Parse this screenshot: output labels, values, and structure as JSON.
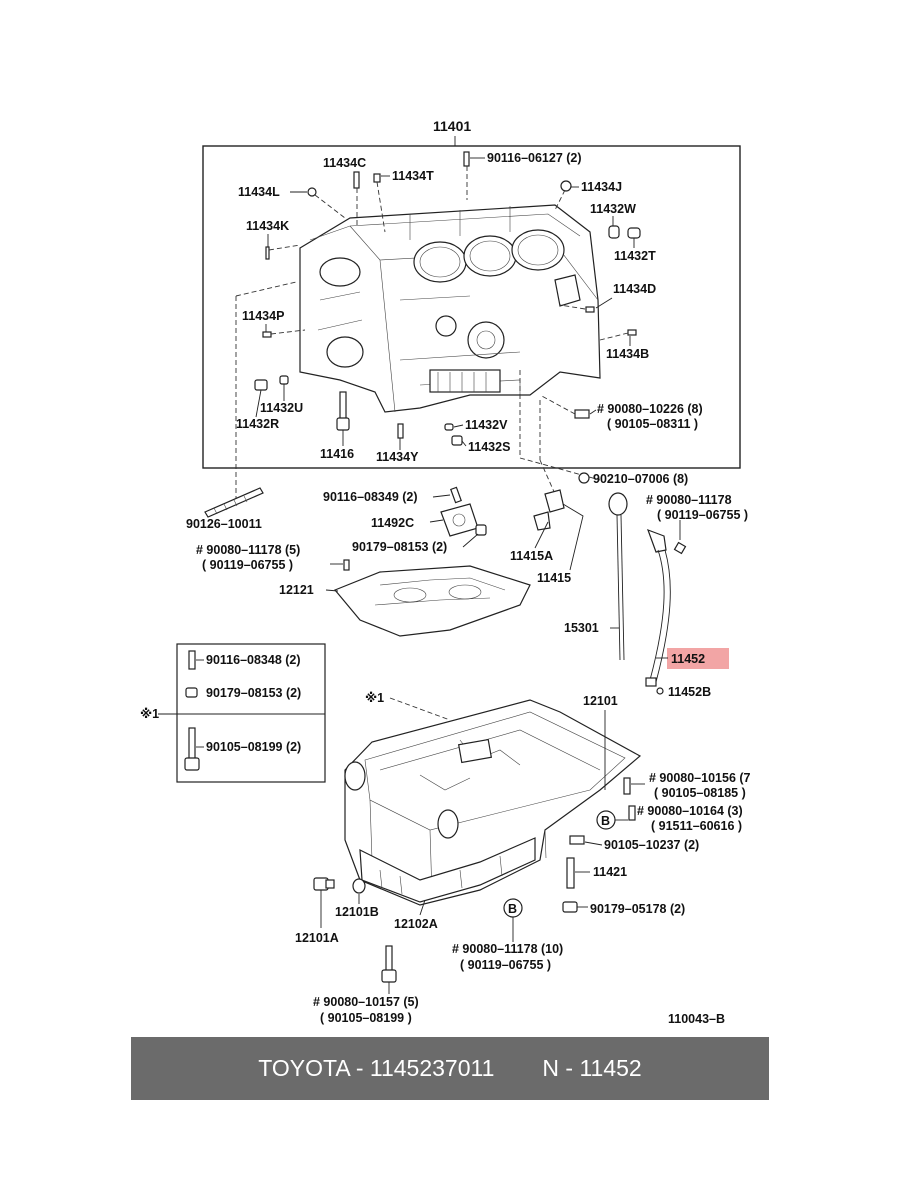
{
  "diagram": {
    "assembly_number": "11401",
    "figure_code": "110043–B",
    "highlight_color": "#f2a5a5",
    "labels": {
      "l11434C": "11434C",
      "l90116_06127": "90116–06127 (2)",
      "l11434T": "11434T",
      "l11434L": "11434L",
      "l11434J": "11434J",
      "l11432W": "11432W",
      "l11434K": "11434K",
      "l11432T": "11432T",
      "l11434D": "11434D",
      "l11434P": "11434P",
      "l11434B": "11434B",
      "l11432U": "11432U",
      "l11432R": "11432R",
      "l90080_10226": "# 90080–10226 (8)",
      "l90105_08311": "( 90105–08311 )",
      "l11432V": "11432V",
      "l11416": "11416",
      "l11434Y": "11434Y",
      "l11432S": "11432S",
      "l90210_07006": "90210–07006 (8)",
      "l90126_10011": "90126–10011",
      "l90116_08349": "90116–08349 (2)",
      "l90080_11178_top": "# 90080–11178",
      "l90119_06755_top": "( 90119–06755 )",
      "l11492C": "11492C",
      "l90179_08153_mid": "90179–08153 (2)",
      "l11415A": "11415A",
      "l90080_11178_5": "# 90080–11178 (5)",
      "l90119_06755_5": "( 90119–06755 )",
      "l11415": "11415",
      "l12121": "12121",
      "l15301": "15301",
      "l11452": "11452",
      "l11452B": "11452B",
      "l90116_08348": "90116–08348 (2)",
      "l90179_08153_box": "90179–08153 (2)",
      "lstar1_box": "※1",
      "l90105_08199_box": "90105–08199 (2)",
      "lstar1_pan": "※1",
      "l12101": "12101",
      "l90080_10156": "# 90080–10156 (7",
      "l90105_08185": "( 90105–08185 )",
      "l90080_10164": "# 90080–10164 (3)",
      "l91511_60616": "( 91511–60616 )",
      "lB_right": "B",
      "l90105_10237": "90105–10237 (2)",
      "l11421": "11421",
      "l90179_05178": "90179–05178 (2)",
      "l12101B": "12101B",
      "l12102A": "12102A",
      "lB_bottom": "B",
      "l12101A": "12101A",
      "l90080_11178_10": "# 90080–11178 (10)",
      "l90119_06755_10": "( 90119–06755 )",
      "l90080_10157": "# 90080–10157 (5)",
      "l90105_08199_bottom": "( 90105–08199 )"
    }
  },
  "footer": {
    "brand_part": "TOYOTA - 1145237011",
    "reference": "N - 11452",
    "background": "#6b6b6b"
  }
}
